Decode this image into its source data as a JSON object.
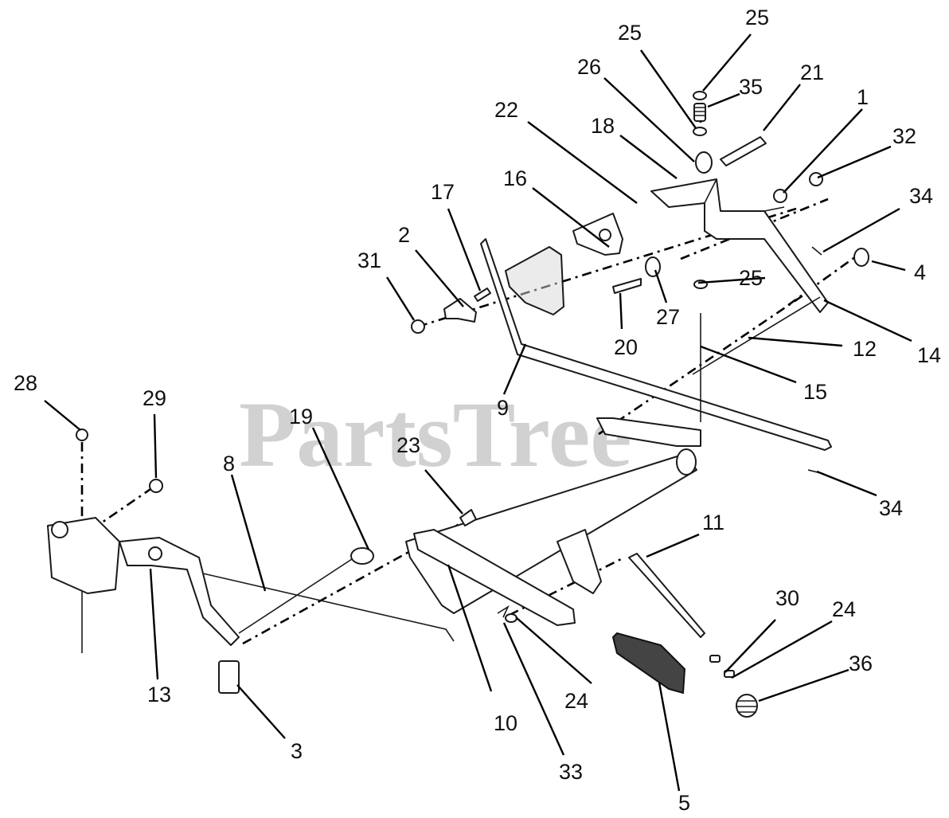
{
  "watermark": "PartsTree",
  "callouts": {
    "c1": "1",
    "c2": "2",
    "c3": "3",
    "c4": "4",
    "c5": "5",
    "c8": "8",
    "c9": "9",
    "c10": "10",
    "c11": "11",
    "c12": "12",
    "c13": "13",
    "c14": "14",
    "c15": "15",
    "c16": "16",
    "c17": "17",
    "c18": "18",
    "c19": "19",
    "c20": "20",
    "c21": "21",
    "c22": "22",
    "c23": "23",
    "c24a": "24",
    "c24b": "24",
    "c25a": "25",
    "c25b": "25",
    "c25c": "25",
    "c26": "26",
    "c27": "27",
    "c28": "28",
    "c29": "29",
    "c30": "30",
    "c31": "31",
    "c32": "32",
    "c33": "33",
    "c34a": "34",
    "c34b": "34",
    "c35": "35",
    "c36": "36"
  }
}
